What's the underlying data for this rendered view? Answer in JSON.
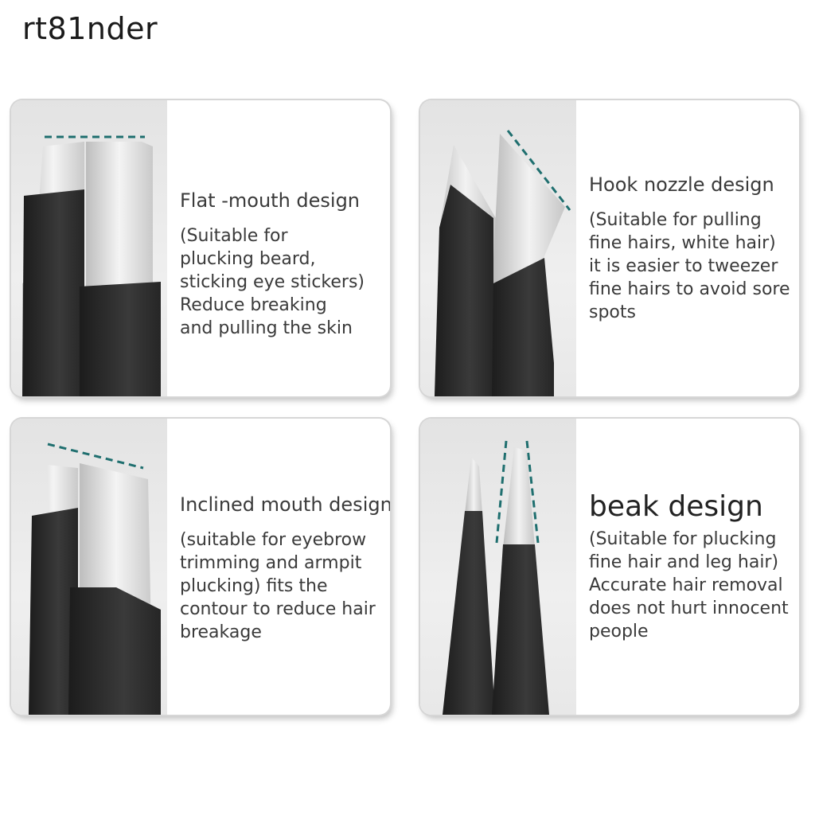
{
  "brand": "rt81nder",
  "colors": {
    "dashed_guide": "#1f6f6f",
    "handle": "#2b2b2b",
    "steel": "#d9d9d9"
  },
  "cards": [
    {
      "title": "Flat -mouth design",
      "desc": [
        "(Suitable for",
        "plucking beard,",
        "sticking eye stickers)",
        "Reduce breaking",
        "and pulling the skin"
      ],
      "icon": "flat-tip-tweezer-icon"
    },
    {
      "title": "Hook nozzle design",
      "desc": [
        "(Suitable for pulling",
        "fine hairs, white hair)",
        "it is easier to tweezer",
        "fine hairs to avoid sore",
        "spots"
      ],
      "icon": "hook-tip-tweezer-icon"
    },
    {
      "title": "Inclined mouth design",
      "desc": [
        "(suitable for eyebrow",
        "trimming and armpit",
        "plucking) fits the",
        "contour to reduce hair",
        "breakage"
      ],
      "icon": "slant-tip-tweezer-icon"
    },
    {
      "title": "beak design",
      "desc": [
        "(Suitable for plucking",
        "fine hair and leg hair)",
        "Accurate hair removal",
        "does not hurt innocent",
        "people"
      ],
      "icon": "pointed-tip-tweezer-icon"
    }
  ]
}
